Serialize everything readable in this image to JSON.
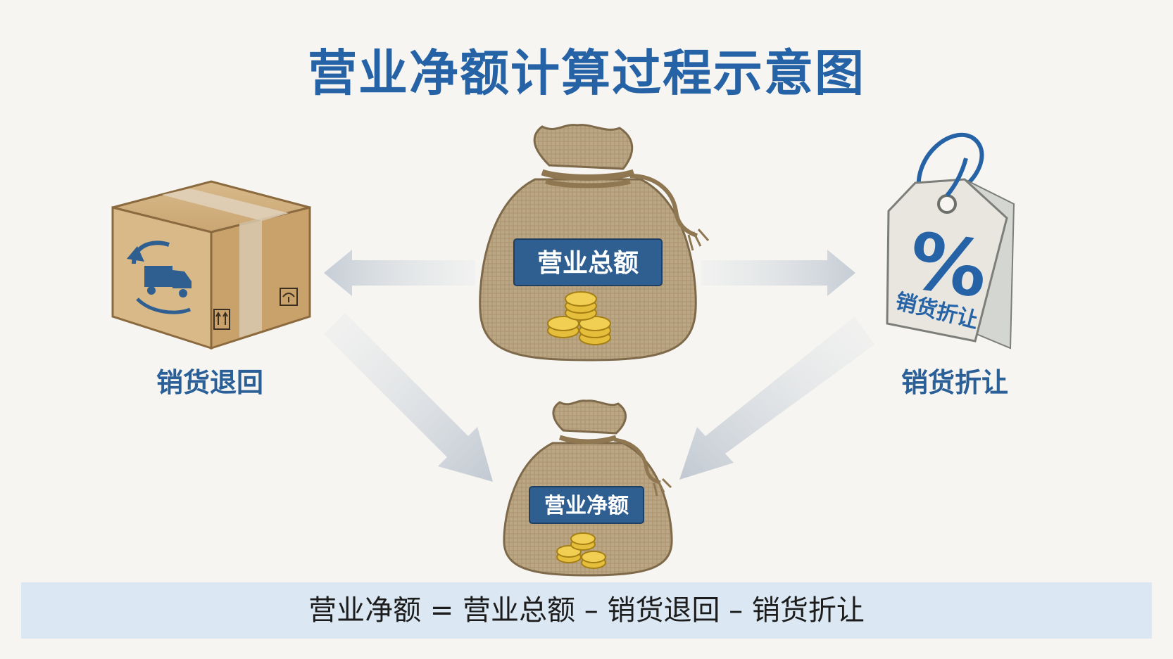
{
  "title": "营业净额计算过程示意图",
  "gross_bag": {
    "label": "营业总额"
  },
  "net_bag": {
    "label": "营业净额"
  },
  "returns": {
    "label": "销货退回",
    "icon": "cardboard-box-return-icon"
  },
  "allowances": {
    "label": "销货折让",
    "tag_text": "销货折让",
    "tag_symbol": "%",
    "icon": "price-tag-icon"
  },
  "formula": "营业净额 = 营业总额 – 销货退回 – 销货折让",
  "colors": {
    "accent": "#2563a6",
    "label_bg": "#2f5f91",
    "formula_bg": "#dbe8f3",
    "burlap": "#b9a585",
    "gold": "#e5bf3c"
  }
}
